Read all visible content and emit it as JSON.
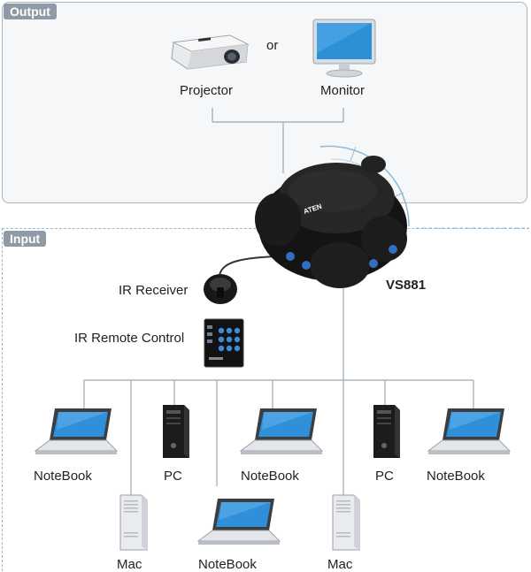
{
  "sections": {
    "output_label": "Output",
    "input_label": "Input"
  },
  "output": {
    "projector_label": "Projector",
    "or_label": "or",
    "monitor_label": "Monitor"
  },
  "device": {
    "name": "VS881",
    "brand": "ATEN"
  },
  "controls": {
    "ir_receiver_label": "IR Receiver",
    "ir_remote_label": "IR Remote Control"
  },
  "inputs": {
    "row1": [
      "NoteBook",
      "PC",
      "NoteBook",
      "PC",
      "NoteBook"
    ],
    "row2": [
      "Mac",
      "NoteBook",
      "Mac"
    ]
  },
  "colors": {
    "panel_border": "#a9b6c3",
    "dashed": "#8fb9d4",
    "tab": "#8e9aa6",
    "wire": "#9aa7b4"
  }
}
